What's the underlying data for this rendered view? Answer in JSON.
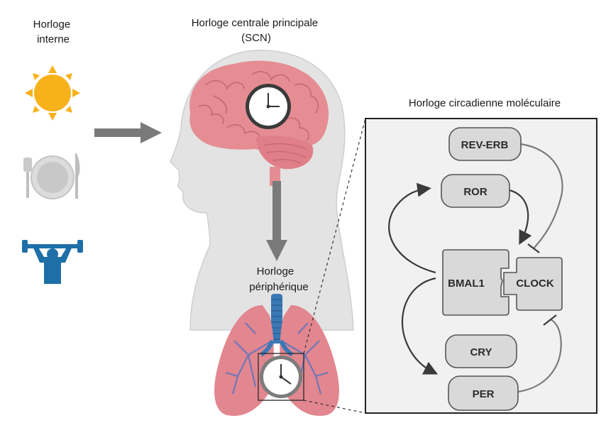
{
  "labels": {
    "internal_clock": [
      "Horloge",
      "interne"
    ],
    "central_clock": [
      "Horloge centrale principale",
      "(SCN)"
    ],
    "peripheral_clock": [
      "Horloge",
      "périphérique"
    ],
    "molecular_clock_title": "Horloge circadienne moléculaire"
  },
  "nodes": {
    "rev_erb": "REV-ERB",
    "ror": "ROR",
    "bmal1": "BMAL1",
    "clock": "CLOCK",
    "cry": "CRY",
    "per": "PER"
  },
  "icons": {
    "sun": "sun-icon",
    "meal": "plate-fork-knife-icon",
    "exercise": "weightlifter-icon"
  },
  "colors": {
    "sun": "#f7b21b",
    "brain": "#e58d93",
    "lung": "#e2868f",
    "trachea": "#3a78b5",
    "weightlifter": "#1e6fa8",
    "panel_bg": "#f1f1f1",
    "node_fill": "#d9d9d9",
    "arrow": "#3a3a3a"
  }
}
